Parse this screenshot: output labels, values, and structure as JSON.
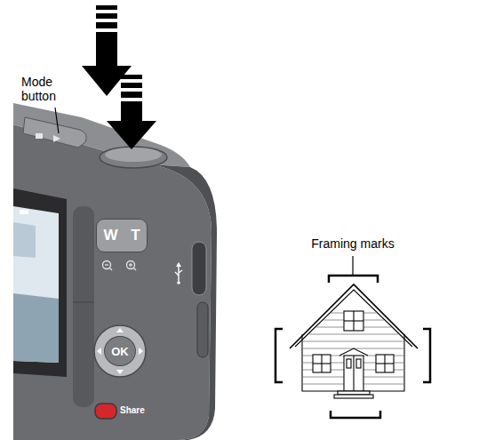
{
  "diagram": {
    "nodes": [
      {
        "text": [
          "W",
          "T"
        ]
      },
      {
        "text": [
          "OK"
        ]
      }
    ],
    "labels": [
      "Mode button",
      "Framing marks",
      "Share"
    ]
  }
}
